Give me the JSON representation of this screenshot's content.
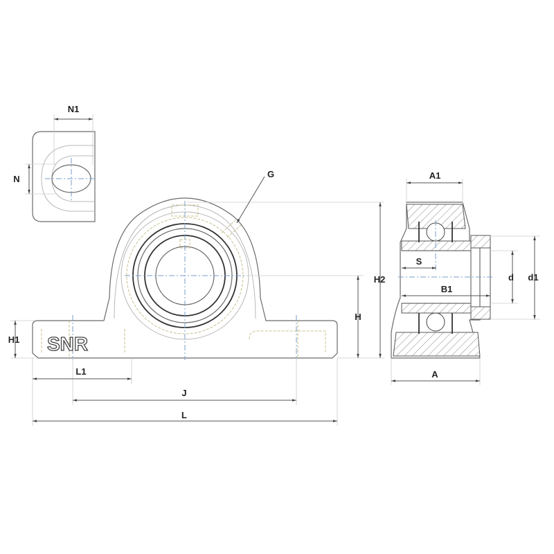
{
  "logo": "SNR",
  "labels": {
    "N1": "N1",
    "N": "N",
    "G": "G",
    "A1": "A1",
    "H2": "H2",
    "H": "H",
    "H1": "H1",
    "S": "S",
    "B1": "B1",
    "d": "d",
    "d1": "d1",
    "L1": "L1",
    "J": "J",
    "L": "L",
    "A": "A"
  }
}
